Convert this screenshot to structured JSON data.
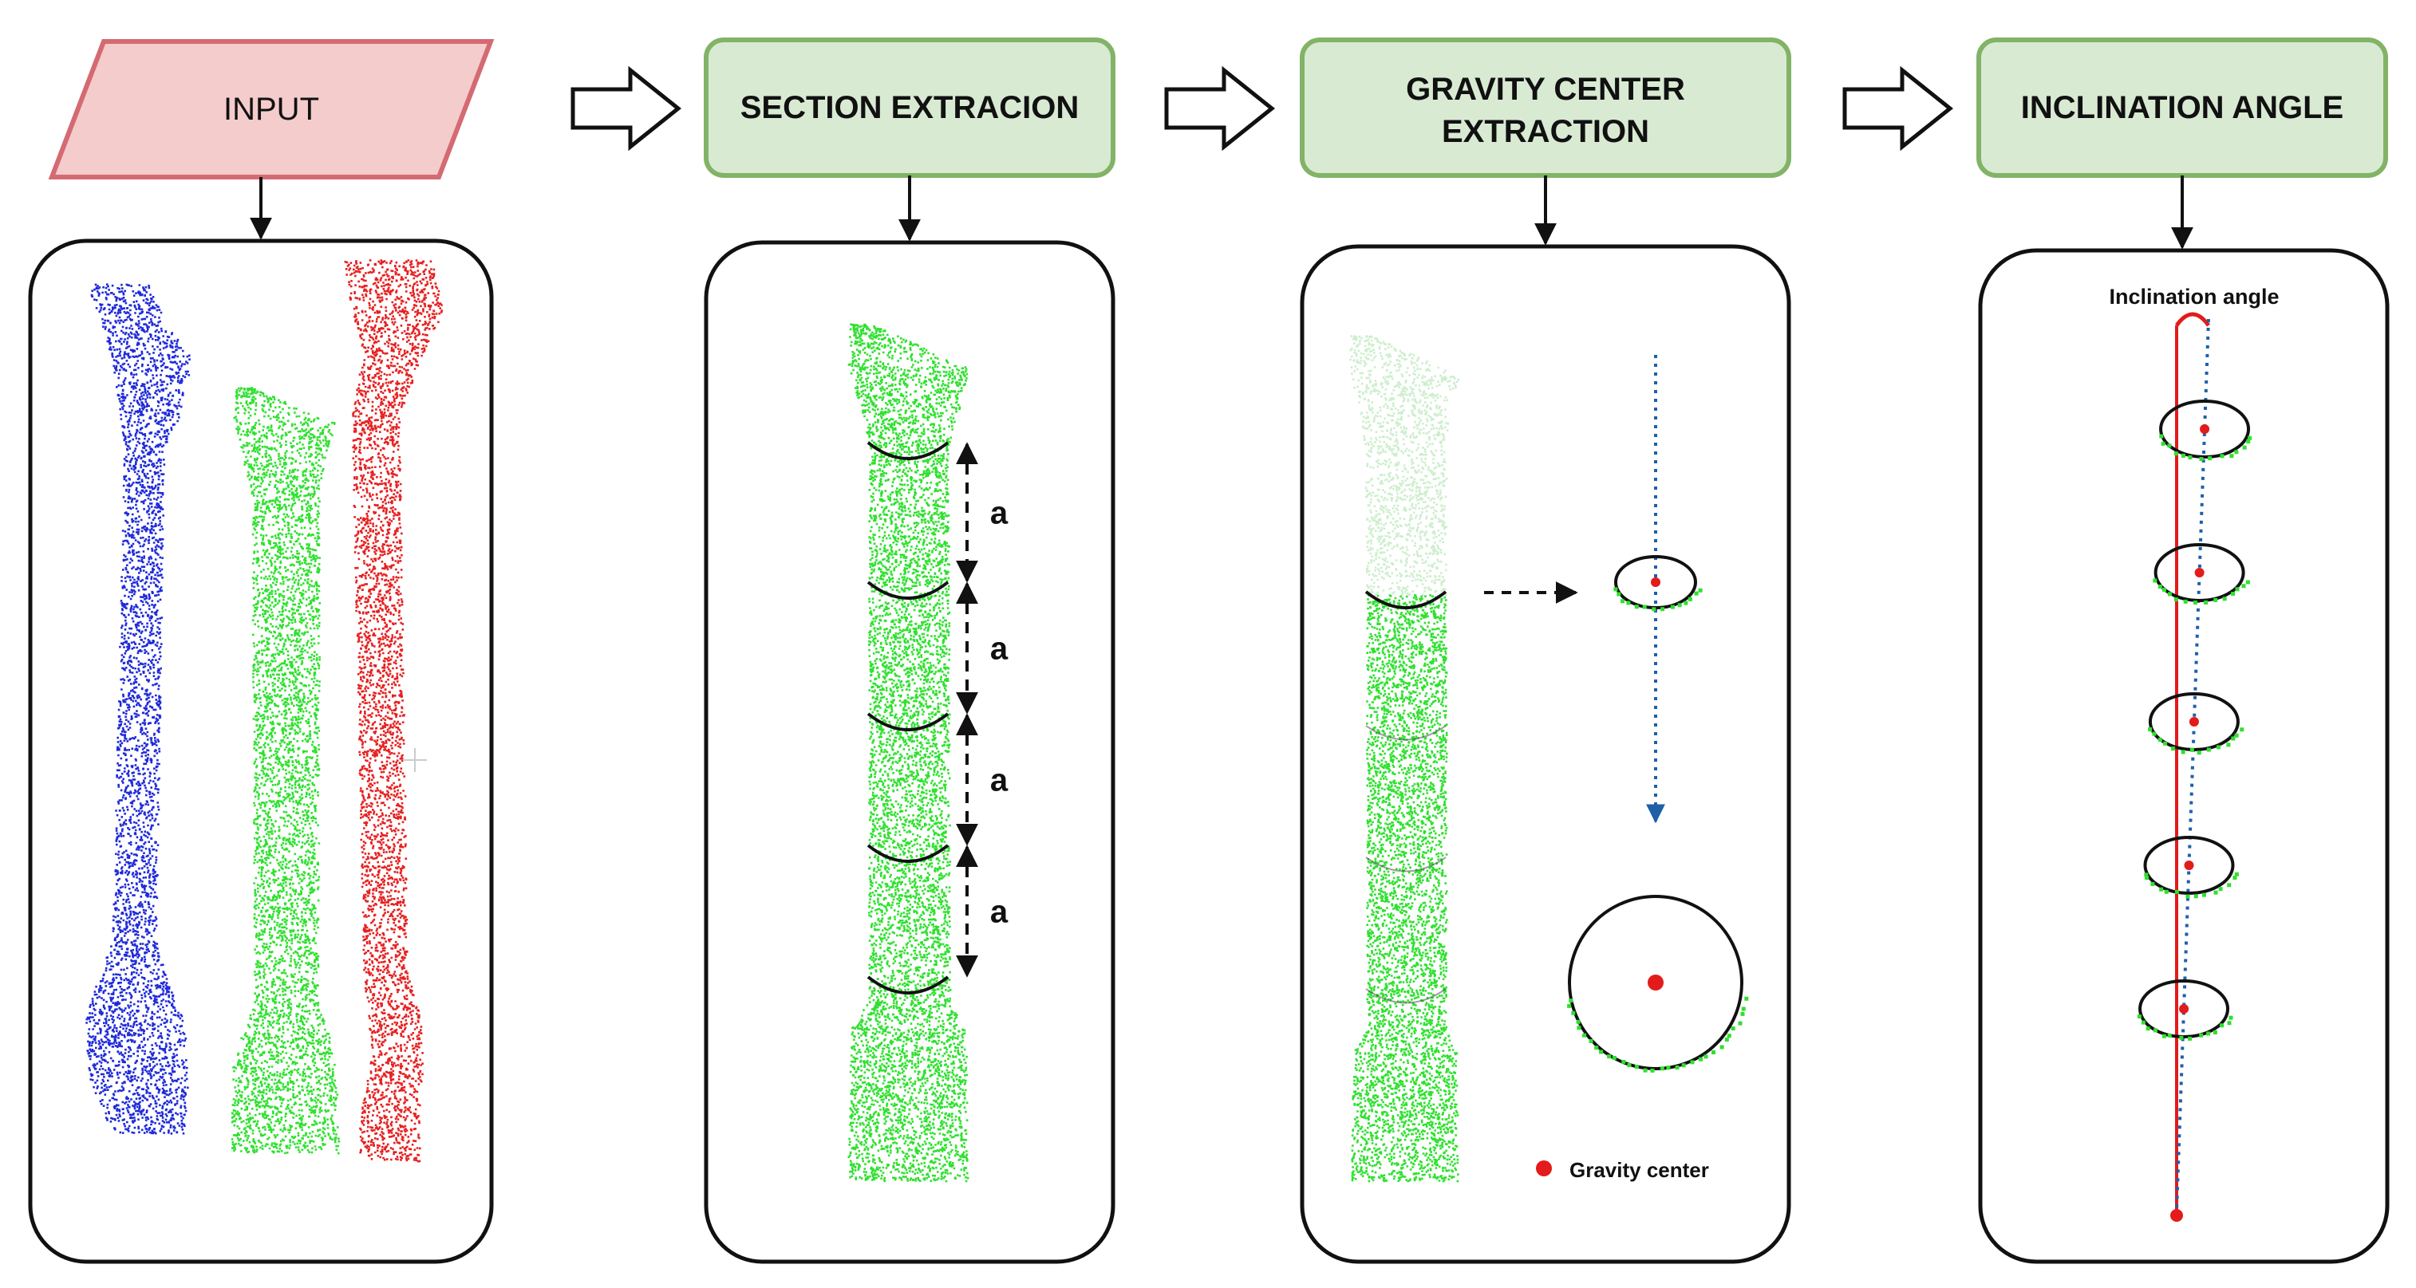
{
  "flow": {
    "input_label": "INPUT",
    "steps": [
      {
        "line1": "SECTION EXTRACION",
        "line2": ""
      },
      {
        "line1": "GRAVITY CENTER",
        "line2": "EXTRACTION"
      },
      {
        "line1": "INCLINATION ANGLE",
        "line2": ""
      }
    ]
  },
  "panels": {
    "section": {
      "spacing_label": "a",
      "segments": 4
    },
    "gravity": {
      "legend_label": "Gravity center"
    },
    "inclination": {
      "title": "Inclination angle",
      "sections": 5
    }
  },
  "colors": {
    "input_fill": "#f4cccc",
    "input_stroke": "#d46a72",
    "step_fill": "#d9ead3",
    "step_stroke": "#82b366",
    "cloud_blue": "#1f2ad8",
    "cloud_green": "#2fe02f",
    "cloud_red": "#e62020",
    "accent_red": "#e31b1b",
    "axis_blue": "#1f5fa8"
  }
}
